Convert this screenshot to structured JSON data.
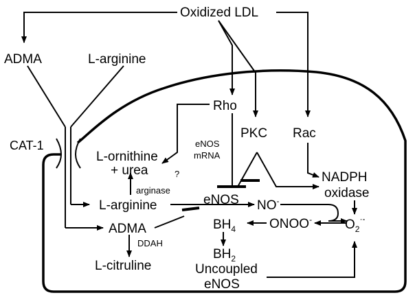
{
  "nodes": {
    "oxidized_ldl": "Oxidized LDL",
    "adma_outer": "ADMA",
    "l_arginine_outer": "L-arginine",
    "cat1": "CAT-1",
    "rho": "Rho",
    "pkc": "PKC",
    "rac": "Rac",
    "enos_mrna_1": "eNOS",
    "enos_mrna_2": "mRNA",
    "l_ornithine": "L-ornithine",
    "urea": "+ urea",
    "question": "?",
    "arginase": "arginase",
    "nadph_1": "NADPH",
    "nadph_2": "oxidase",
    "l_arginine_inner": "L-arginine",
    "enos": "eNOS",
    "no": "NO",
    "no_sup": "-",
    "adma_inner": "ADMA",
    "bh4_base": "BH",
    "bh4_sub": "4",
    "onoo": "ONOO",
    "onoo_sup": "-",
    "o2": "O",
    "o2_sub": "2",
    "o2_sup": "·-",
    "ddah": "DDAH",
    "bh2_base": "BH",
    "bh2_sub": "2",
    "l_citrulline": "L-citruline",
    "uncoupled_1": "Uncoupled",
    "uncoupled_2": "eNOS"
  }
}
